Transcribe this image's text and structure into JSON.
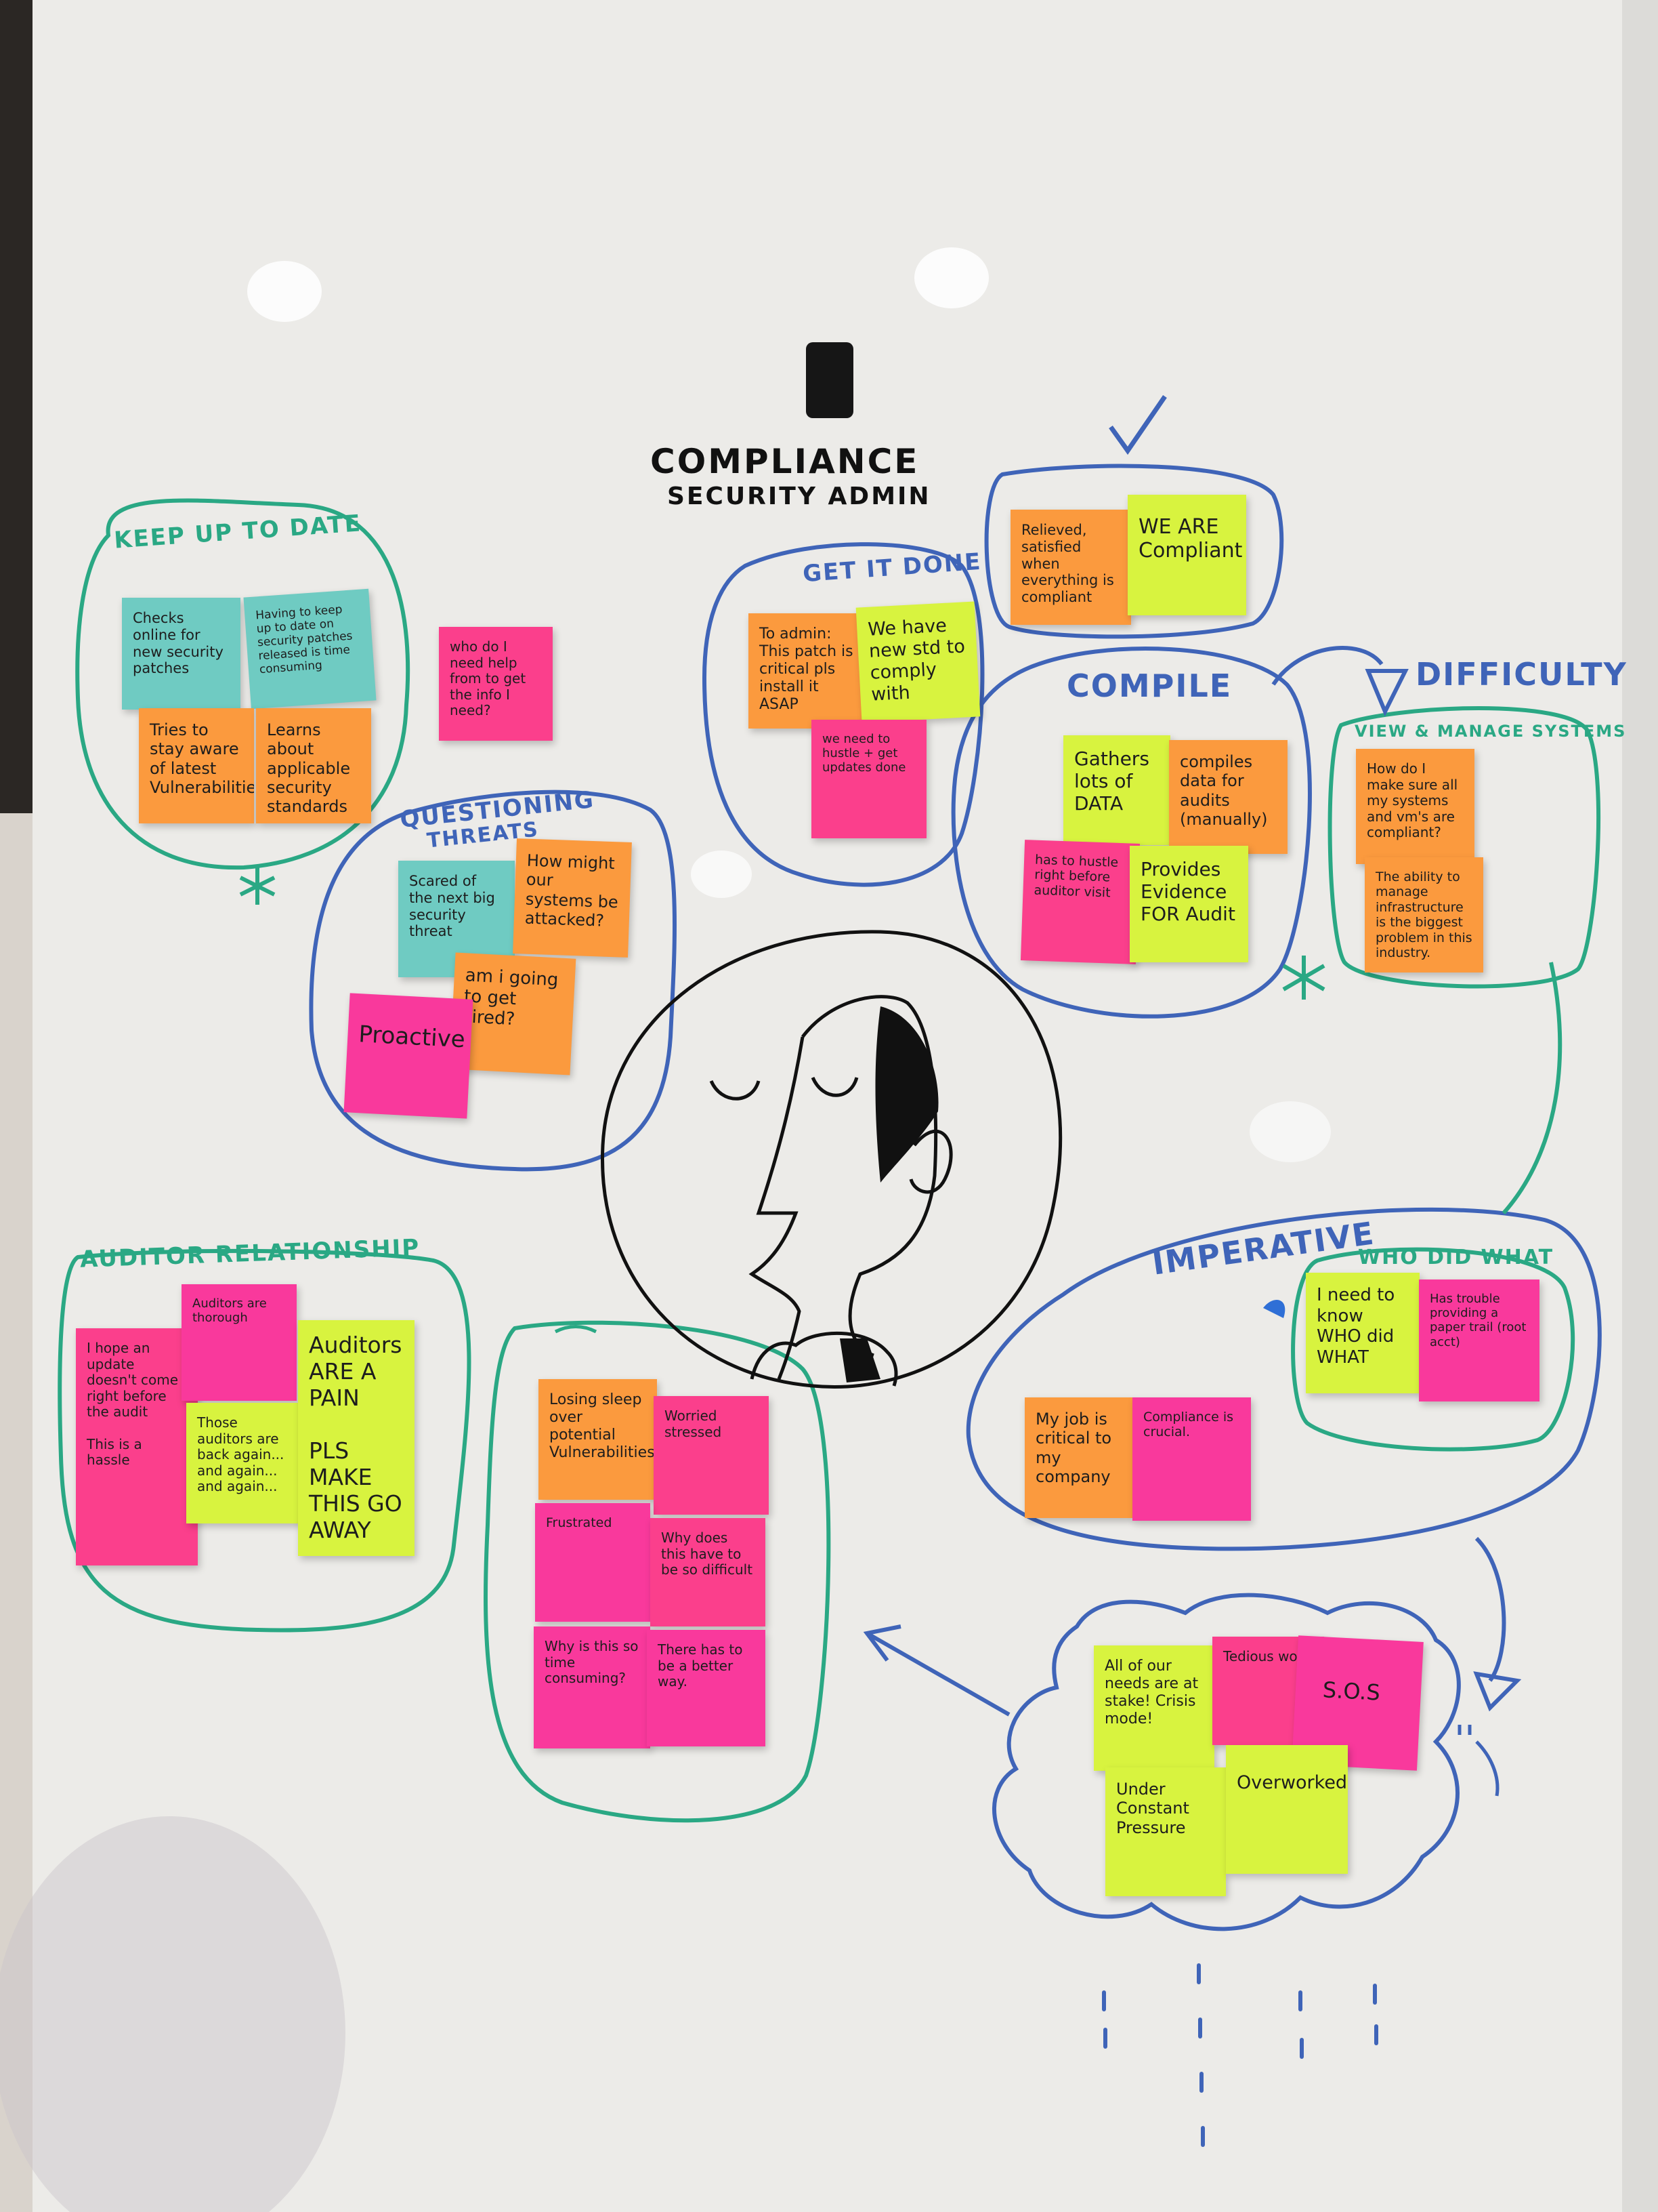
{
  "board": {
    "title_line1": "COMPLIANCE",
    "title_line2": "SECURITY ADMIN",
    "colors": {
      "board": "#ecebe8",
      "green_marker": "#2aa884",
      "blue_marker": "#3f64b8",
      "black_marker": "#111111",
      "note_teal": "#6fcbc2",
      "note_orange": "#fb9a3e",
      "note_pink": "#fb3f8c",
      "note_magenta": "#f9399c",
      "note_lime": "#d8f33f"
    }
  },
  "headings": {
    "keep_up_to_date": "KEEP UP TO DATE",
    "questioning_threats_1": "QUESTIONING",
    "questioning_threats_2": "THREATS",
    "get_it_done": "GET IT DONE",
    "compile": "COMPILE",
    "difficulty": "DIFFICULTY",
    "view_manage": "VIEW & MANAGE SYSTEMS",
    "auditor_relationship": "AUDITOR RELATIONSHIP",
    "imperative": "IMPERATIVE",
    "who_did_what": "WHO DID WHAT"
  },
  "notes": {
    "checks_online": "Checks online for new security patches",
    "having_to_keep_up": "Having to keep up to date on security patches released is time consuming",
    "tries_to_stay": "Tries to stay aware of latest Vulnerabilities",
    "learns_about": "Learns about applicable security standards",
    "who_do_i_need": "who do I need help from to get the info I need?",
    "scared_of": "Scared of the next big security threat",
    "how_might": "How might our systems be attacked?",
    "proactive": "Proactive",
    "am_i_going": "am i going to get Fired?",
    "to_admin": "To admin: This patch is critical pls install it ASAP",
    "we_have_new": "We have new std to comply with",
    "we_need_to_hustle": "we need to hustle + get updates done",
    "relieved": "Relieved, satisfied when everything is compliant",
    "we_are_compliant": "WE ARE Compliant",
    "gathers_lots": "Gathers lots of DATA",
    "compiles_data": "compiles data for audits (manually)",
    "has_to_hustle": "has to hustle right before auditor visit",
    "provides_evidence": "Provides Evidence FOR Audit",
    "how_do_i_make": "How do I make sure all my systems and vm's are compliant?",
    "ability_to_manage": "The ability to manage infrastructure is the biggest problem in this industry.",
    "i_hope_an_update": "I hope an update doesn't come right before the audit\n\nThis is a hassle",
    "auditors_thorough": "Auditors are thorough",
    "those_auditors": "Those auditors are back again... and again... and again...",
    "auditors_are_a_pain": "Auditors ARE A PAIN\n\nPLS MAKE THIS GO AWAY",
    "losing_sleep": "Losing sleep over potential Vulnerabilities",
    "worried_stressed": "Worried stressed",
    "frustrated": "Frustrated",
    "why_does_this": "Why does this have to be so difficult",
    "why_is_this": "Why is this so time consuming?",
    "there_has_to_be": "There has to be a better way.",
    "i_need_to_know": "I need to know WHO did WHAT",
    "has_trouble": "Has trouble providing a paper trail (root acct)",
    "my_job": "My job is critical to my company",
    "compliance_crucial": "Compliance is crucial.",
    "all_of_our_needs": "All of our needs are at stake! Crisis mode!",
    "tedious_work": "Tedious work",
    "sos": "S.O.S",
    "under_constant": "Under Constant Pressure",
    "overworked": "Overworked"
  }
}
